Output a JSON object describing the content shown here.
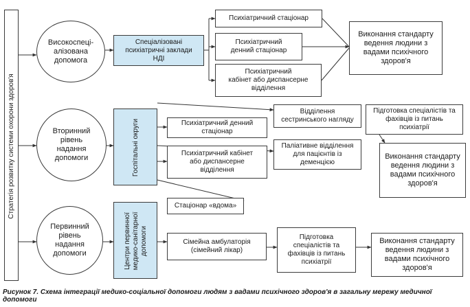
{
  "strategy_label": "Стратегія розвитку системи охорони здоров'я",
  "levels": {
    "tertiary": "Високоспеці-\nалізована\nдопомога",
    "secondary": "Вторинний\nрівень\nнадання\nдопомоги",
    "primary": "Первинний\nрівень\nнадання\nдопомоги"
  },
  "institutions": {
    "specialized": "Спеціалізовані\nпсихіатричні заклади\nНДІ",
    "hospital_districts": "Госпітальні округи",
    "primary_centers": "Центри первинної\nмедико-санітарної\nдопомоги"
  },
  "tertiary_units": [
    "Психіатричний стаціонар",
    "Психіатричний\nденний стаціонар",
    "Психіатричний\nкабінет або диспансерне\nвідділення"
  ],
  "secondary_units": [
    "Психіатричний денний\nстаціонар",
    "Психіатричний кабінет\nабо диспансерне\nвідділення",
    "Стаціонар «вдома»"
  ],
  "secondary_extra": [
    "Відділення\nсестринського нагляду",
    "Паліативне відділення\nдля пацієнтів із\nдеменцією"
  ],
  "primary_units": [
    "Сімейна амбулаторія\n(сімейний лікар)"
  ],
  "training": "Підготовка спеціалістів та\nфахівців із питань\nпсихіатрії",
  "training_primary": "Підготовка\nспеціалістів та\nфахівців із питань\nпсихіатрії",
  "standard": "Виконання стандарту\nведення людини з\nвадами психічного\nздоров'я",
  "caption": "Рисунок 7. Схема інтеграції медико-соціальної допомоги людям з вадами психічного здоров'я в загальну мережу медичної допомоги"
}
